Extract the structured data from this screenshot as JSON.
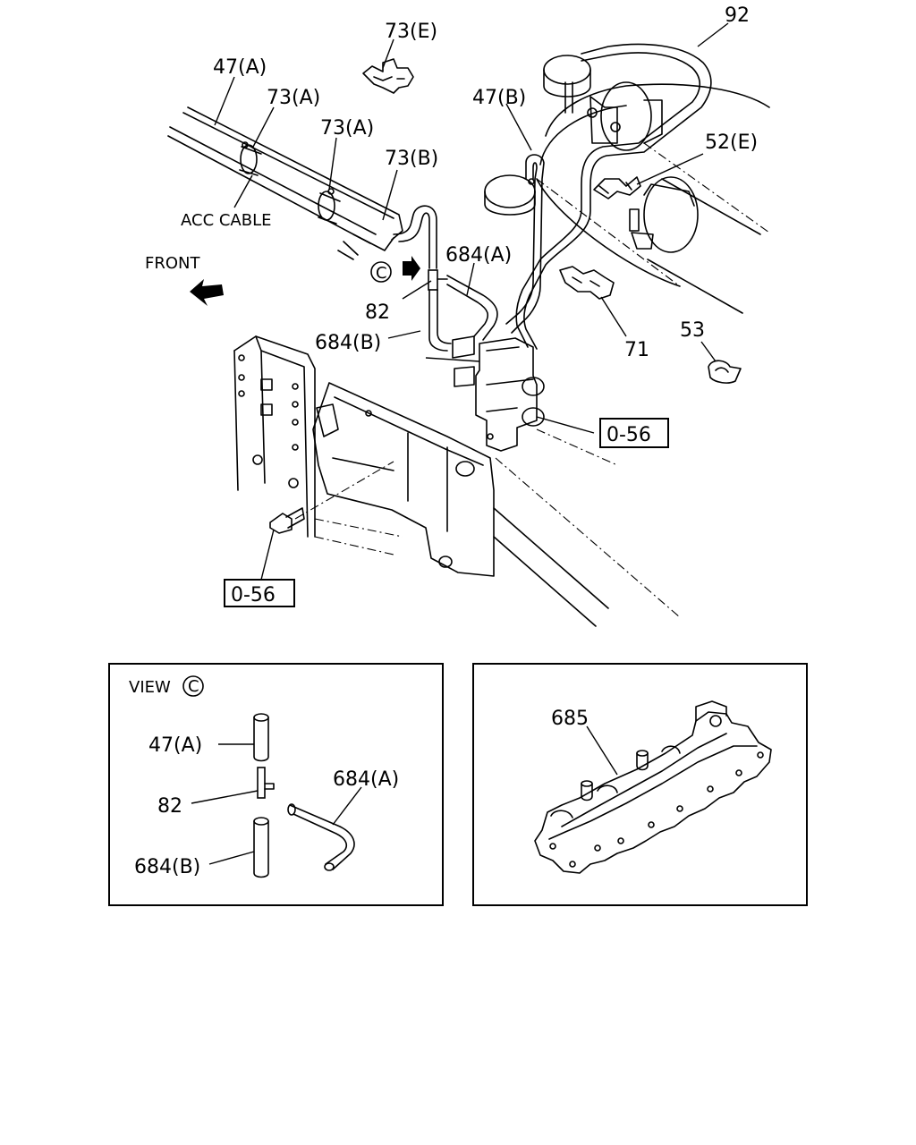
{
  "callouts": {
    "p92": "92",
    "p73e": "73(E)",
    "p47a": "47(A)",
    "p73a_1": "73(A)",
    "p73a_2": "73(A)",
    "p73b": "73(B)",
    "p47b": "47(B)",
    "p52e": "52(E)",
    "acc_cable": "ACC  CABLE",
    "front": "FRONT",
    "view_marker": "C",
    "p684a": "684(A)",
    "p82": "82",
    "p684b": "684(B)",
    "p71": "71",
    "p53": "53",
    "ref_right": "0-56",
    "ref_left": "0-56"
  },
  "inset_view": {
    "title": "VIEW",
    "marker": "C",
    "p47a": "47(A)",
    "p82": "82",
    "p684b": "684(B)",
    "p684a": "684(A)"
  },
  "inset_part": {
    "p685": "685"
  }
}
